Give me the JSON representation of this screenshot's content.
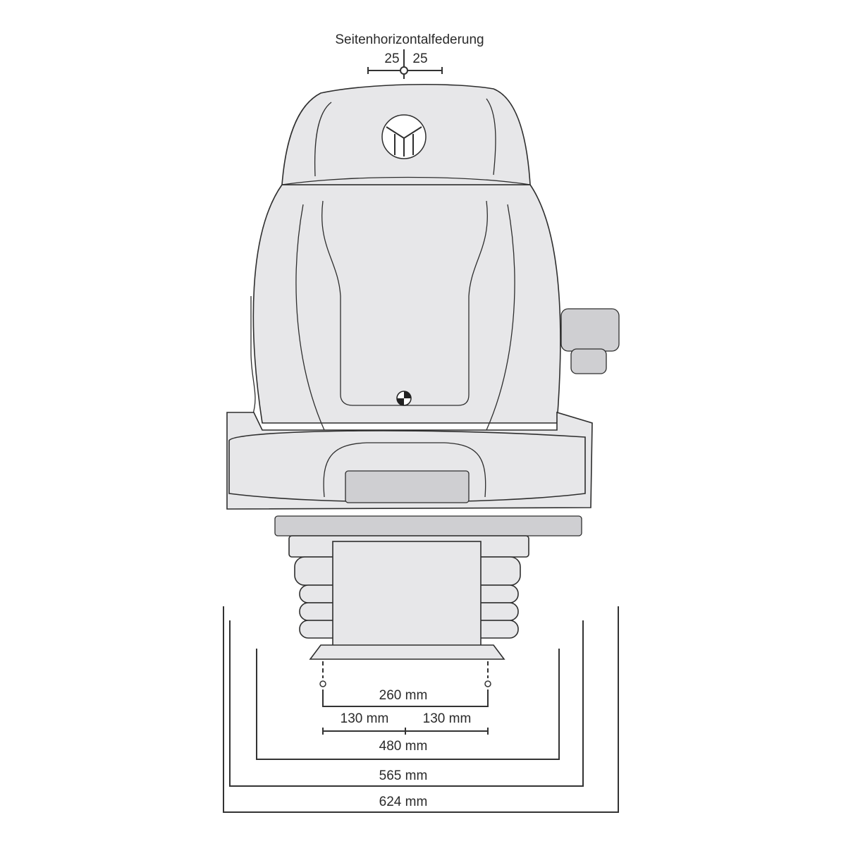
{
  "title": "Seitenhorizontalfederung",
  "lateral_travel": {
    "left": "25",
    "right": "25"
  },
  "dimensions": {
    "mount_spacing": "260 mm",
    "half_left": "130 mm",
    "half_right": "130 mm",
    "width_480": "480 mm",
    "width_565": "565 mm",
    "width_624": "624 mm"
  }
}
